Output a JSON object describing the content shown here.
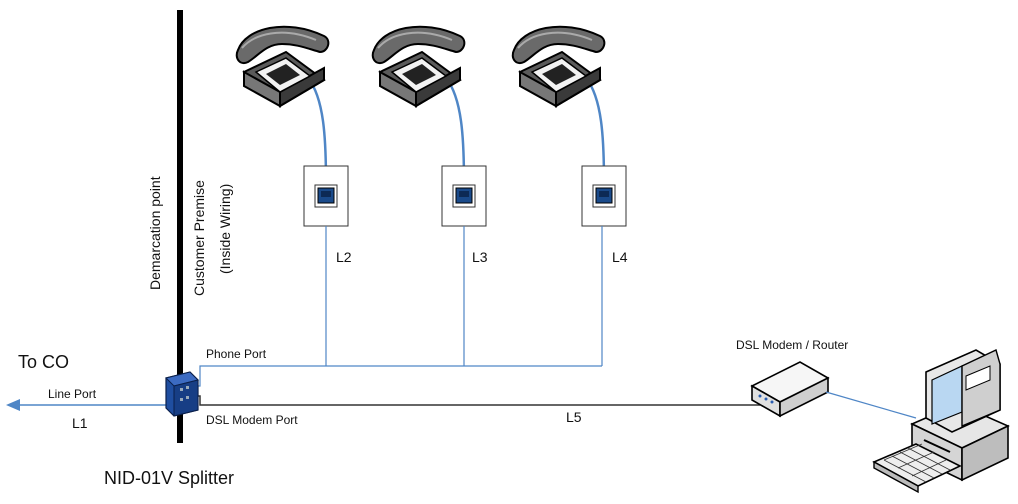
{
  "labels": {
    "to_co": "To CO",
    "line_port": "Line Port",
    "l1": "L1",
    "splitter": "NID-01V Splitter",
    "demarcation": "Demarcation point",
    "customer_premise": "Customer Premise",
    "inside_wiring": "(Inside Wiring)",
    "phone_port": "Phone Port",
    "dsl_modem_port": "DSL Modem Port",
    "l2": "L2",
    "l3": "L3",
    "l4": "L4",
    "l5": "L5",
    "dsl_modem_router": "DSL Modem / Router"
  },
  "icons": [
    "telephone-icon",
    "wall-jack-icon",
    "splitter-icon",
    "dsl-modem-icon",
    "computer-icon",
    "arrow-left-icon"
  ],
  "colors": {
    "cable_blue": "#4f86c6",
    "line_black": "#333333",
    "splitter_blue": "#1f4ea0"
  }
}
